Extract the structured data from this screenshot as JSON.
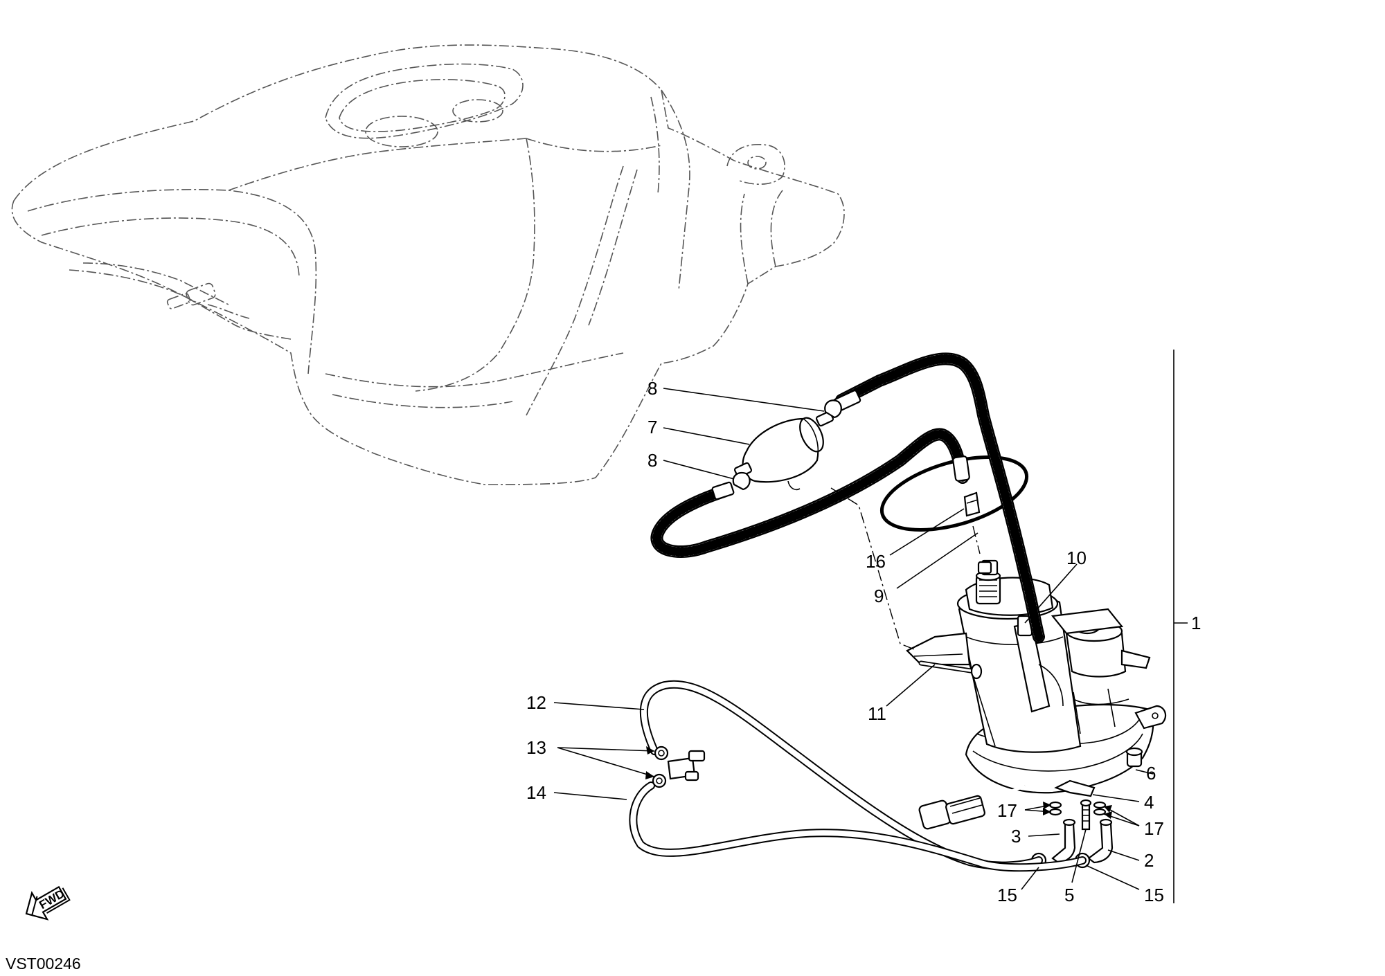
{
  "drawing": {
    "code": "VST00246",
    "direction_tag": "FWD"
  },
  "callouts": {
    "c1": "1",
    "c2": "2",
    "c3": "3",
    "c4": "4",
    "c5": "5",
    "c6": "6",
    "c7": "7",
    "c8a": "8",
    "c8b": "8",
    "c9": "9",
    "c10": "10",
    "c11": "11",
    "c12": "12",
    "c13": "13",
    "c14": "14",
    "c15a": "15",
    "c15b": "15",
    "c16": "16",
    "c17a": "17",
    "c17b": "17"
  }
}
